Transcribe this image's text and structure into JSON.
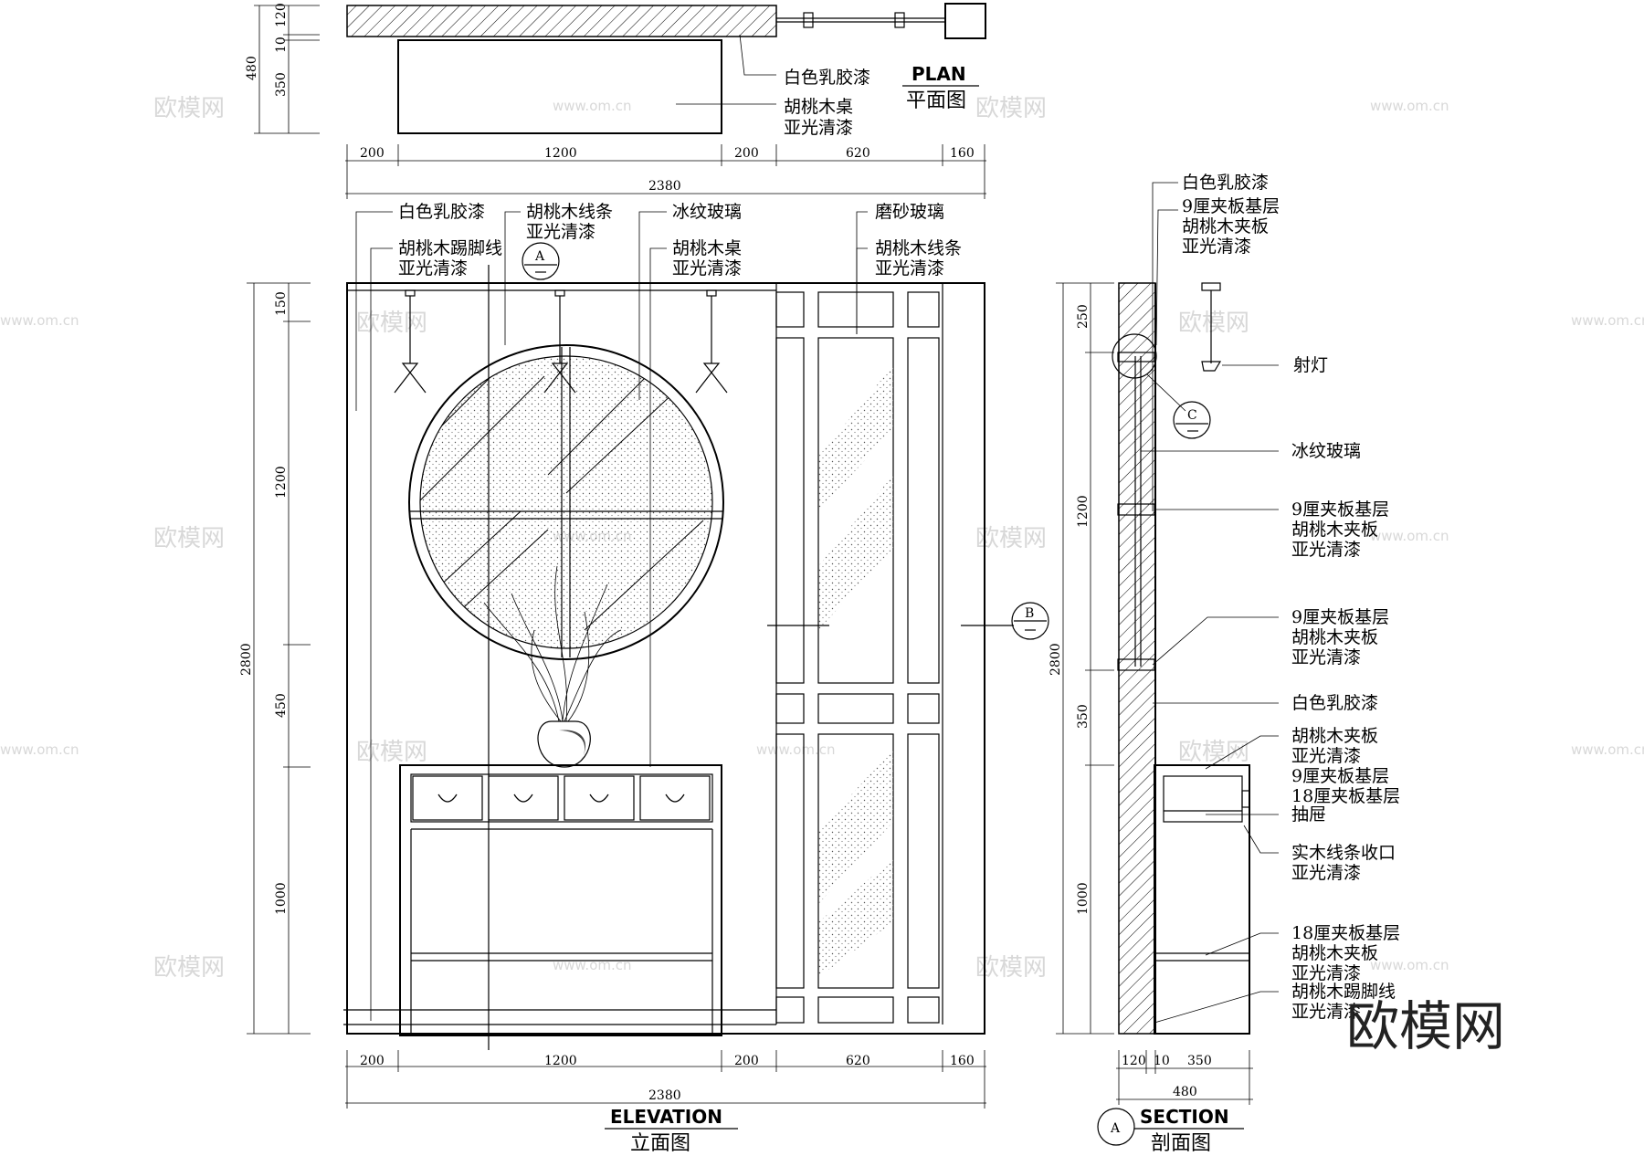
{
  "plan": {
    "title_en": "PLAN",
    "title_cn": "平面图",
    "callouts": [
      "白色乳胶漆",
      "胡桃木桌",
      "亚光清漆"
    ],
    "dims_left": [
      "120",
      "10",
      "350",
      "480"
    ],
    "dims_bottom": [
      "200",
      "1200",
      "200",
      "620",
      "160"
    ],
    "total": "2380"
  },
  "elevation": {
    "title_en": "ELEVATION",
    "title_cn": "立面图",
    "callouts": {
      "c1": "白色乳胶漆",
      "c2": "胡桃木线条",
      "c3": "亚光清漆",
      "c4": "冰纹玻璃",
      "c5": "磨砂玻璃",
      "c6": "胡桃木踢脚线",
      "c7": "亚光清漆",
      "c8": "胡桃木桌",
      "c9": "亚光清漆",
      "c10": "胡桃木线条",
      "c11": "亚光清漆"
    },
    "markers": {
      "a": "A",
      "b": "B"
    },
    "dims_left": [
      "150",
      "1200",
      "450",
      "1000",
      "2800"
    ],
    "dims_bottom": [
      "200",
      "1200",
      "200",
      "620",
      "160"
    ],
    "total": "2380"
  },
  "section": {
    "title_en": "SECTION",
    "title_cn": "剖面图",
    "marker": "A",
    "marker_c": "C",
    "callouts": {
      "s1": "白色乳胶漆",
      "s2": "9厘夹板基层",
      "s3": "胡桃木夹板",
      "s4": "亚光清漆",
      "s5": "射灯",
      "s6": "冰纹玻璃",
      "s7": "9厘夹板基层",
      "s8": "胡桃木夹板",
      "s9": "亚光清漆",
      "s10": "9厘夹板基层",
      "s11": "胡桃木夹板",
      "s12": "亚光清漆",
      "s13": "白色乳胶漆",
      "s14": "胡桃木夹板",
      "s15": "亚光清漆",
      "s16": "9厘夹板基层",
      "s17": "18厘夹板基层",
      "s18": "抽屉",
      "s19": "实木线条收口",
      "s20": "亚光清漆",
      "s21": "18厘夹板基层",
      "s22": "胡桃木夹板",
      "s23": "亚光清漆",
      "s24": "胡桃木踢脚线",
      "s25": "亚光清漆"
    },
    "dims_left": [
      "250",
      "1200",
      "350",
      "1000",
      "2800"
    ],
    "dims_bottom": [
      "120",
      "10",
      "350",
      "480"
    ]
  },
  "watermark": {
    "logo": "欧模网",
    "url": "www.om.cn",
    "brand": "欧模网"
  }
}
